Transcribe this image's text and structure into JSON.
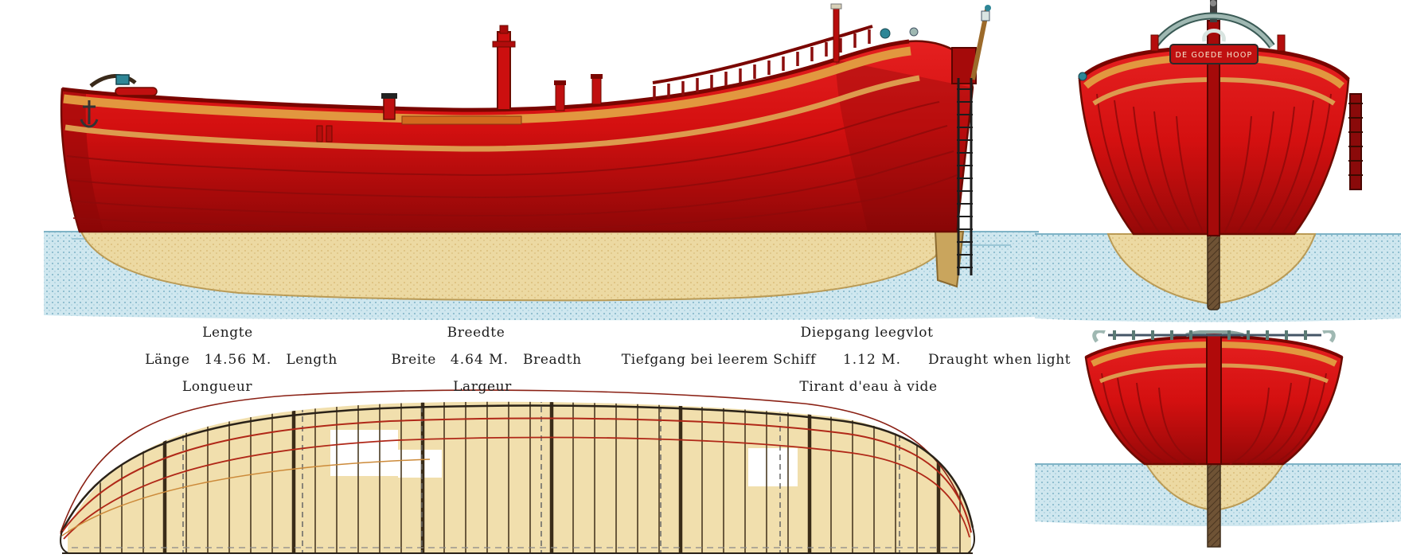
{
  "plate": {
    "description": "Lithograph plate of a red-hulled Dutch sailing barge shown in side elevation, bow view, stern view and hull lines plan"
  },
  "bow_plate": {
    "name": "DE GOEDE HOOP"
  },
  "dimensions": {
    "length": {
      "nl": "Lengte",
      "de": "Länge",
      "value": "14.56 M.",
      "en": "Length",
      "fr": "Longueur"
    },
    "breadth": {
      "nl": "Breedte",
      "de": "Breite",
      "value": "4.64 M.",
      "en": "Breadth",
      "fr": "Largeur"
    },
    "draught": {
      "nl": "Diepgang leegvlot",
      "de": "Tiefgang bei leerem Schiff",
      "value": "1.12 M.",
      "en": "Draught when light",
      "fr": "Tirant d'eau à vide"
    }
  },
  "colors": {
    "hull_red": "#d41010",
    "hull_red_dark": "#8e0707",
    "stripe_orange": "#e2973f",
    "underwater_tan": "#ecd9a2",
    "water_blue": "#cfe7ef",
    "outline_brown": "#6b0b00"
  }
}
